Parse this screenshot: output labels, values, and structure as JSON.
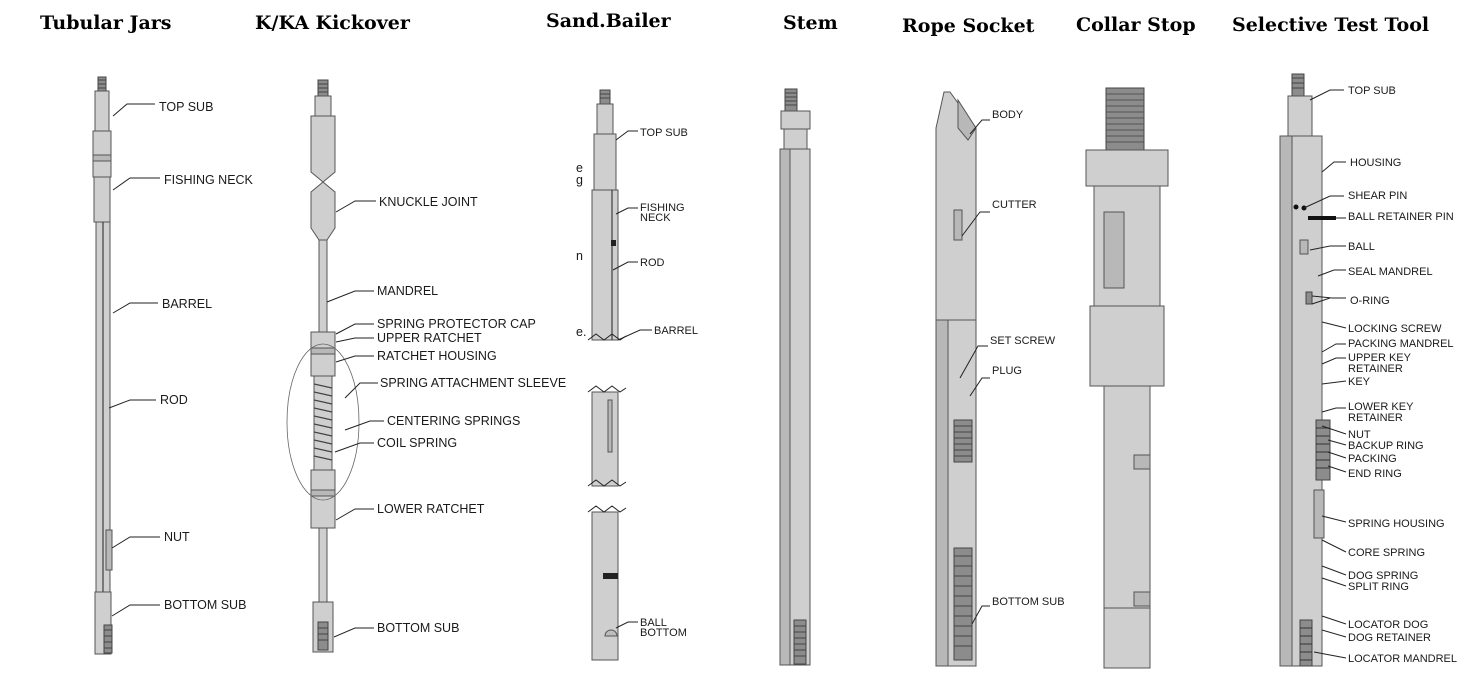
{
  "tools": [
    {
      "id": "tubular-jars",
      "title": "Tubular Jars",
      "labels": [
        "TOP SUB",
        "FISHING NECK",
        "BARREL",
        "ROD",
        "NUT",
        "BOTTOM SUB"
      ]
    },
    {
      "id": "kickover",
      "title": "K/KA Kickover",
      "labels": [
        "KNUCKLE JOINT",
        "MANDREL",
        "SPRING PROTECTOR CAP",
        "UPPER RATCHET",
        "RATCHET HOUSING",
        "SPRING ATTACHMENT SLEEVE",
        "CENTERING SPRINGS",
        "COIL SPRING",
        "LOWER RATCHET",
        "BOTTOM SUB"
      ]
    },
    {
      "id": "sand-bailer",
      "title": "Sand.Bailer",
      "labels": [
        "TOP SUB",
        "FISHING",
        "NECK",
        "ROD",
        "BARREL",
        "BALL",
        "BOTTOM"
      ],
      "clipped_text": [
        "e",
        "g",
        "n",
        "e."
      ]
    },
    {
      "id": "stem",
      "title": "Stem",
      "labels": []
    },
    {
      "id": "rope-socket",
      "title": "Rope Socket",
      "labels": [
        "BODY",
        "CUTTER",
        "SET SCREW",
        "PLUG",
        "BOTTOM SUB"
      ]
    },
    {
      "id": "collar-stop",
      "title": "Collar Stop",
      "labels": []
    },
    {
      "id": "selective-test-tool",
      "title": "Selective Test Tool",
      "labels": [
        "TOP SUB",
        "HOUSING",
        "SHEAR PIN",
        "BALL RETAINER PIN",
        "BALL",
        "SEAL MANDREL",
        "O-RING",
        "LOCKING SCREW",
        "PACKING MANDREL",
        "UPPER KEY",
        "RETAINER",
        "KEY",
        "LOWER KEY",
        "RETAINER",
        "NUT",
        "BACKUP RING",
        "PACKING",
        "END RING",
        "SPRING HOUSING",
        "CORE SPRING",
        "DOG SPRING",
        "SPLIT RING",
        "LOCATOR DOG",
        "DOG RETAINER",
        "LOCATOR MANDREL"
      ]
    }
  ]
}
